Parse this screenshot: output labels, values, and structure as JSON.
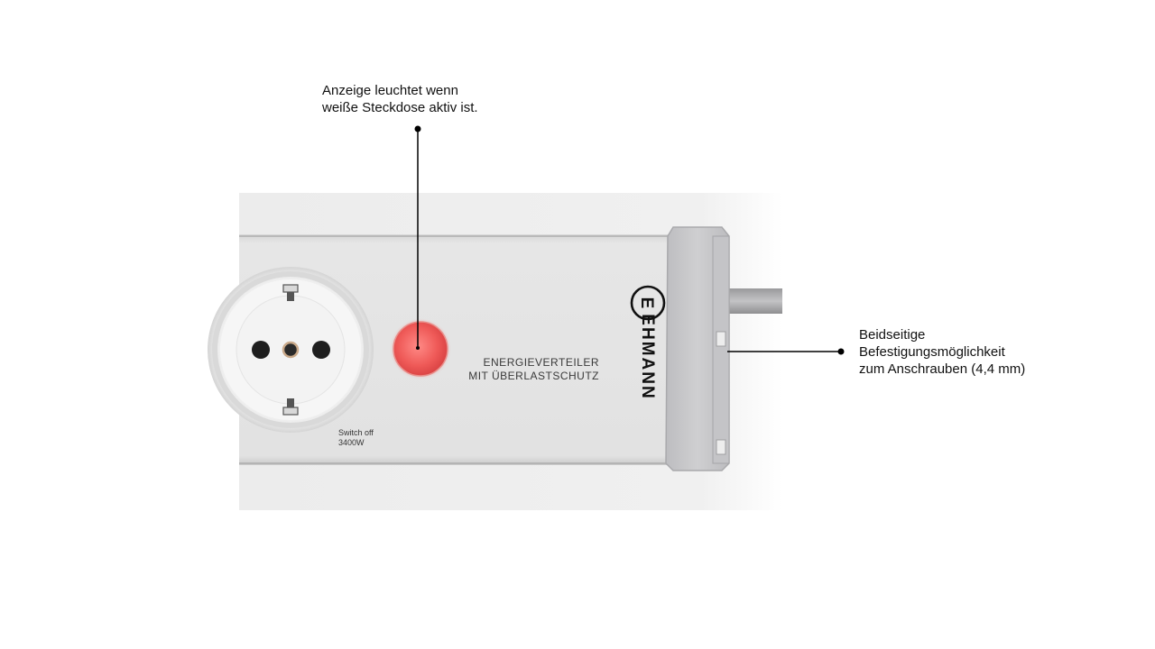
{
  "callouts": {
    "indicator": {
      "line1": "Anzeige leuchtet wenn",
      "line2": "weiße Steckdose aktiv ist."
    },
    "mounting": {
      "line1": "Beidseitige",
      "line2": "Befestigungsmöglichkeit",
      "line3": "zum Anschrauben (4,4 mm)"
    }
  },
  "product": {
    "label_line1": "ENERGIEVERTEILER",
    "label_line2": "MIT ÜBERLASTSCHUTZ",
    "brand": "EHMANN",
    "brand_logo_letter": "E",
    "switch_label_line1": "Switch off",
    "switch_label_line2": "3400W"
  },
  "colors": {
    "indicator_red": "#e8474a",
    "housing": "#e2e2e2",
    "end_cap": "#c9c9cb"
  },
  "icons": {
    "brand_logo": "ehmann-logo-icon",
    "socket": "schuko-socket-icon",
    "indicator": "indicator-light-icon"
  }
}
